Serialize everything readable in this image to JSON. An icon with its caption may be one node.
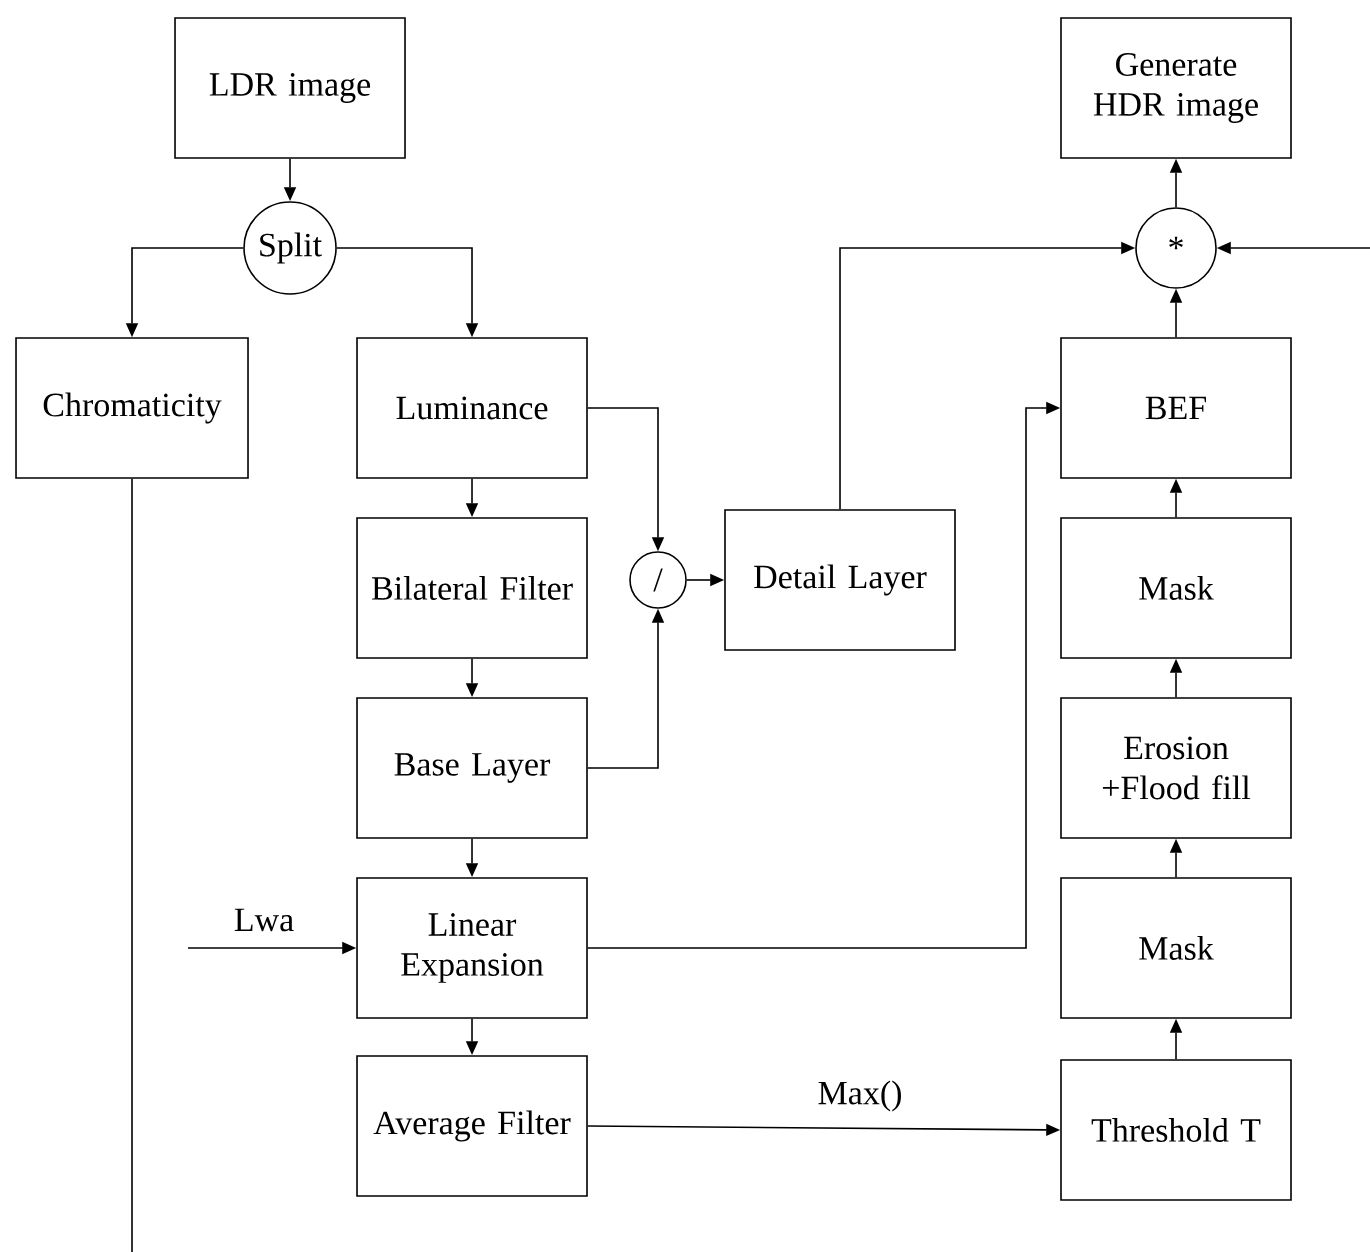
{
  "diagram": {
    "nodes": [
      {
        "text": [
          "LDR image"
        ]
      },
      {
        "text": [
          "Generate HDR image"
        ]
      },
      {
        "text": [
          "Split"
        ]
      },
      {
        "text": [
          "*"
        ]
      },
      {
        "text": [
          "Chromaticity"
        ]
      },
      {
        "text": [
          "Luminance"
        ]
      },
      {
        "text": [
          "BEF"
        ]
      },
      {
        "text": [
          "Bilateral Filter"
        ]
      },
      {
        "text": [
          "/"
        ]
      },
      {
        "text": [
          "Detail Layer"
        ]
      },
      {
        "text": [
          "Mask"
        ]
      },
      {
        "text": [
          "Base Layer"
        ]
      },
      {
        "text": [
          "Erosion +Flood fill"
        ]
      },
      {
        "text": [
          "Linear Expansion"
        ]
      },
      {
        "text": [
          "Mask"
        ]
      },
      {
        "text": [
          "Average Filter"
        ]
      },
      {
        "text": [
          "Threshold T"
        ]
      }
    ],
    "edges": [
      {
        "from": 0,
        "to": 2,
        "arrow": "to"
      },
      {
        "from": 2,
        "to": 4,
        "arrow": "to"
      },
      {
        "from": 2,
        "to": 5,
        "arrow": "to"
      },
      {
        "from": 5,
        "to": 7,
        "arrow": "to"
      },
      {
        "from": 7,
        "to": 11,
        "arrow": "to"
      },
      {
        "from": 11,
        "to": 13,
        "arrow": "to"
      },
      {
        "from": 13,
        "to": 15,
        "arrow": "to"
      },
      {
        "from": 5,
        "to": 8,
        "arrow": "to"
      },
      {
        "from": 11,
        "to": 8,
        "arrow": "to"
      },
      {
        "from": 8,
        "to": 9,
        "arrow": "to"
      },
      {
        "from": 9,
        "to": 3,
        "arrow": "to"
      },
      {
        "from": 13,
        "to": 6,
        "arrow": "to"
      },
      {
        "from": 15,
        "to": 16,
        "label": "Max()",
        "arrow": "to"
      },
      {
        "from": 16,
        "to": 14,
        "arrow": "to"
      },
      {
        "from": 14,
        "to": 12,
        "arrow": "to"
      },
      {
        "from": 12,
        "to": 10,
        "arrow": "to"
      },
      {
        "from": 10,
        "to": 6,
        "arrow": "to"
      },
      {
        "from": 6,
        "to": 3,
        "arrow": "to"
      },
      {
        "from": 3,
        "to": 1,
        "arrow": "to"
      },
      {
        "from": null,
        "to": 3,
        "arrow": "to"
      },
      {
        "from": null,
        "to": 13,
        "label": "Lwa",
        "arrow": "to"
      },
      {
        "from": 4,
        "to": null,
        "arrow": "none"
      }
    ]
  }
}
